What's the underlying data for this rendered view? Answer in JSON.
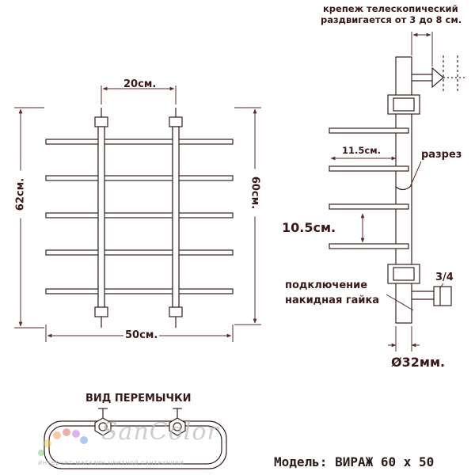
{
  "front_view": {
    "dim_top": "20см.",
    "dim_bottom": "50см.",
    "dim_left": "62см.",
    "dim_right": "60см."
  },
  "side_view": {
    "mount_note_line1": "крепеж телескопический",
    "mount_note_line2": "раздвигается от 3 до 8 см.",
    "dim_bar_length": "11.5см.",
    "dim_section": "разрез",
    "dim_bar_spacing": "10.5см.",
    "connection_line1": "подключение",
    "connection_line2": "накидная гайка",
    "thread_size": "3/4",
    "pipe_diameter": "Ø32мм."
  },
  "bridge_view": {
    "title": "ВИД ПЕРЕМЫЧКИ"
  },
  "watermark": {
    "brand": "SanColor",
    "tagline": "интернет-магазин цветной сантехники"
  },
  "model": "Модель: ВИРАЖ 60 х 50",
  "colors": {
    "line": "#3a2020",
    "dim": "#5a2a2a",
    "watermark": "#bdbdbd"
  }
}
